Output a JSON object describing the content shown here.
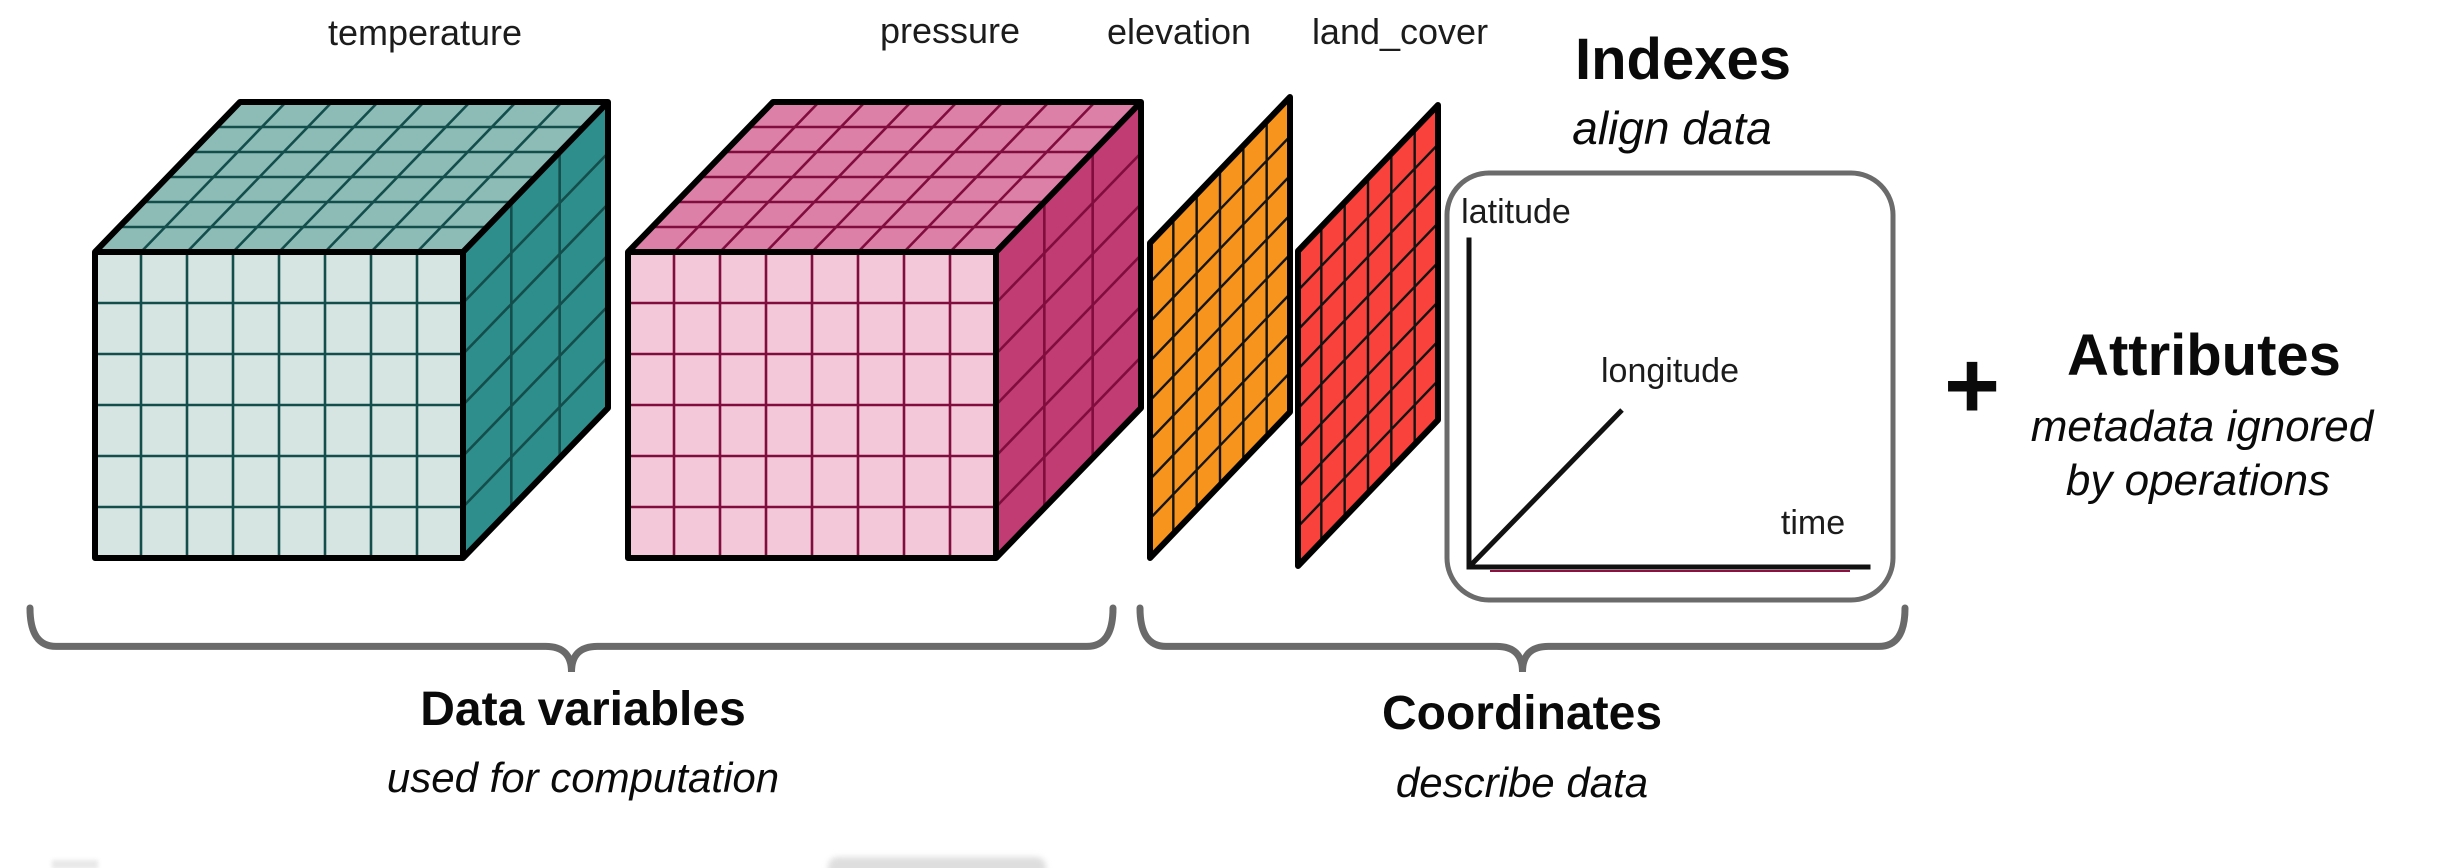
{
  "labels": {
    "temperature": "temperature",
    "pressure": "pressure",
    "elevation": "elevation",
    "land_cover": "land_cover"
  },
  "indexes_panel": {
    "title": "Indexes",
    "subtitle": "align data",
    "axis_labels": {
      "vertical": "latitude",
      "diagonal": "longitude",
      "horizontal": "time"
    }
  },
  "attributes_panel": {
    "plus": "+",
    "title": "Attributes",
    "subtitle_line1": "metadata ignored",
    "subtitle_line2": "by operations"
  },
  "braces": {
    "data_variables": {
      "label": "Data variables",
      "sublabel": "used for computation"
    },
    "coordinates": {
      "label": "Coordinates",
      "sublabel": "describe data"
    }
  },
  "colors": {
    "teal_top": "#8DBCB6",
    "teal_front": "#D6E5E2",
    "teal_side": "#2E8E8B",
    "teal_grid": "#134E4C",
    "pink_top": "#DD80A7",
    "pink_front": "#F3C9D9",
    "pink_side": "#C03C72",
    "pink_grid": "#800D3E",
    "orange_plane": "#F7941E",
    "red_plane": "#F9423C",
    "plane_grid": "#141414",
    "outline": "#000000",
    "brace": "#6A6A6A",
    "panel_border": "#6B6B6B",
    "axis": "#111111",
    "axis_underline": "#8C1040"
  }
}
